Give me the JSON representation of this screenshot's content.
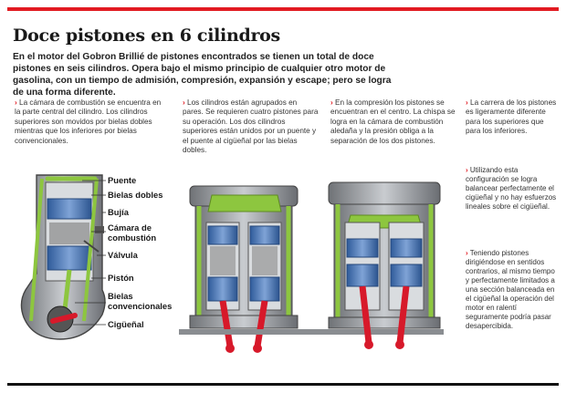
{
  "title": "Doce pistones en 6 cilindros",
  "intro": "En el motor del Gobron Brillié de pistones encontrados se tienen un total de doce pistones en seis cilindros. Opera bajo el mismo principio de cualquier otro motor de gasolina, con un tiempo de admisión, compresión, expansión y escape; pero se logra de una forma diferente.",
  "bullet_mark": "›",
  "columns": [
    "La cámara de combustión se encuentra en la parte central del cilindro. Los cilindros superiores son movidos por bielas dobles mientras que los inferiores por bielas convencionales.",
    "Los cilindros están agrupados en pares. Se requieren cuatro pistones para su operación. Los dos cilindros superiores están unidos por un puente y el puente al cigüeñal por las bielas dobles.",
    "En la compresión los pistones se encuentran en el centro. La chispa se logra en la cámara de combustión aledaña y la presión obliga a la separación de los dos pistones.",
    "La carrera de los pistones es ligeramente diferente para los superiores que para los inferiores."
  ],
  "notes": [
    "Utilizando esta configuración se logra balancear perfectamente el cigüeñal y no hay esfuerzos lineales sobre el cigüeñal.",
    "Teniendo pistones dirigiéndose en sentidos contrarios, al mismo tiempo y perfectamente limitados a una sección balanceada en el cigüeñal la operación del motor en ralentí seguramente podría pasar desapercibida."
  ],
  "labels": {
    "puente": "Puente",
    "bielas_dobles": "Bielas dobles",
    "bujia": "Bujía",
    "camara": "Cámara de combustión",
    "valvula": "Válvula",
    "piston": "Pistón",
    "bielas_conv": "Bielas convencionales",
    "ciguenal": "Cigüeñal"
  },
  "colors": {
    "accent": "#e21b22",
    "rod_green": "#8dc63f",
    "piston_blue": "#3f6fb5",
    "chamber_gray": "#8a8a8a",
    "crank_red": "#d7192a"
  }
}
